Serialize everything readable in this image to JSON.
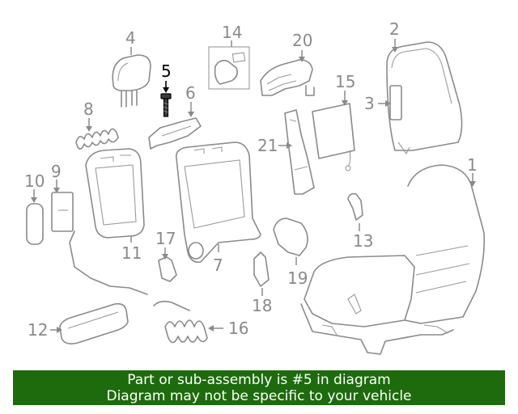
{
  "callouts": {
    "c1": "1",
    "c2": "2",
    "c3": "3",
    "c4": "4",
    "c5": "5",
    "c6": "6",
    "c7": "7",
    "c8": "8",
    "c9": "9",
    "c10": "10",
    "c11": "11",
    "c12": "12",
    "c13": "13",
    "c14": "14",
    "c15": "15",
    "c16": "16",
    "c17": "17",
    "c18": "18",
    "c19": "19",
    "c20": "20",
    "c21": "21"
  },
  "highlighted_part": "5",
  "colors": {
    "line_art": "#8a8a8a",
    "highlight": "#000000",
    "banner_bg": "#1d6b0d",
    "banner_text": "#ffffff"
  },
  "banner": {
    "line1": "Part or sub-assembly is #5 in diagram",
    "line2": "Diagram may not be specific to your vehicle"
  }
}
